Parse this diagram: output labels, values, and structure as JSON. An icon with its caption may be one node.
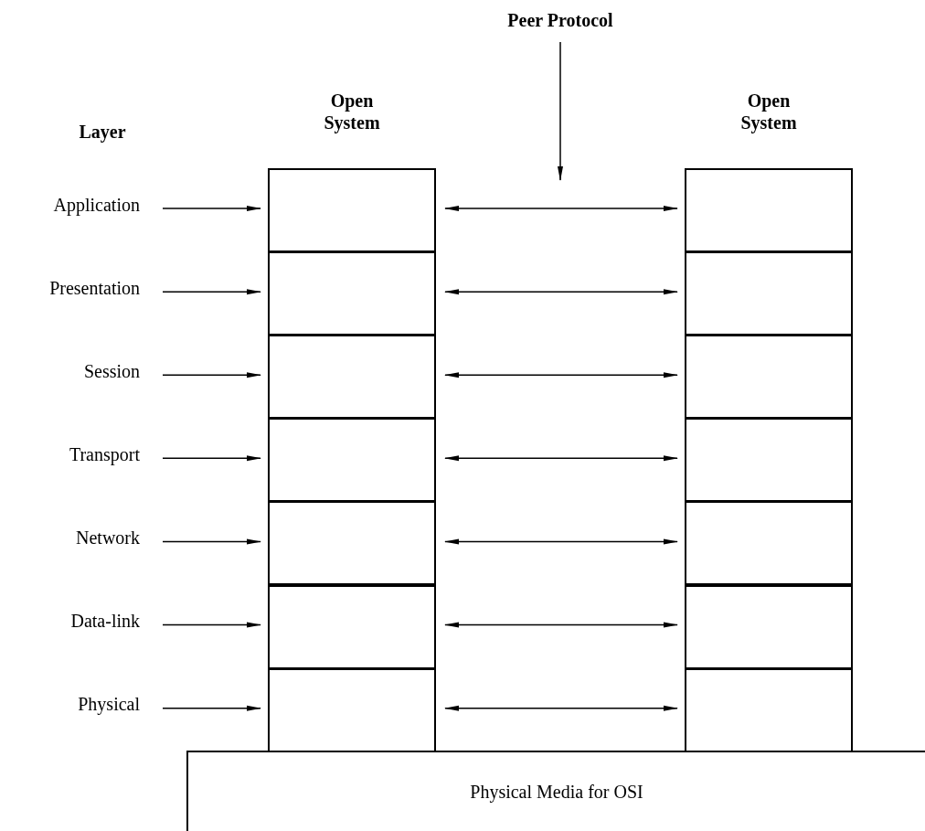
{
  "diagram": {
    "nodes": [
      {
        "text": [
          "Peer Protocol"
        ]
      },
      {
        "text": [
          "Application"
        ]
      },
      {
        "text": [
          "Presentation"
        ]
      },
      {
        "text": [
          "Session"
        ]
      },
      {
        "text": [
          "Transport"
        ]
      },
      {
        "text": [
          "Network"
        ]
      },
      {
        "text": [
          "Data-link"
        ]
      },
      {
        "text": [
          "Physical"
        ]
      },
      {
        "text": [],
        "shape": "box"
      },
      {
        "text": [],
        "shape": "box"
      },
      {
        "text": [],
        "shape": "box"
      },
      {
        "text": [],
        "shape": "box"
      },
      {
        "text": [],
        "shape": "box"
      },
      {
        "text": [],
        "shape": "box"
      },
      {
        "text": [],
        "shape": "box"
      },
      {
        "text": [],
        "shape": "box"
      },
      {
        "text": [],
        "shape": "box"
      },
      {
        "text": [],
        "shape": "box"
      },
      {
        "text": [],
        "shape": "box"
      },
      {
        "text": [],
        "shape": "box"
      },
      {
        "text": [],
        "shape": "box"
      },
      {
        "text": [],
        "shape": "box"
      },
      {
        "text": [
          "Physical Media for OSI"
        ]
      }
    ],
    "edges": [
      {
        "from": 0,
        "to": null,
        "arrow": "to"
      },
      {
        "from": 1,
        "to": 8,
        "arrow": "to"
      },
      {
        "from": 2,
        "to": 9,
        "arrow": "to"
      },
      {
        "from": 3,
        "to": 10,
        "arrow": "to"
      },
      {
        "from": 4,
        "to": 11,
        "arrow": "to"
      },
      {
        "from": 5,
        "to": 12,
        "arrow": "to"
      },
      {
        "from": 6,
        "to": 13,
        "arrow": "to"
      },
      {
        "from": 7,
        "to": 14,
        "arrow": "to"
      },
      {
        "from": 8,
        "to": 15,
        "arrow": "both"
      },
      {
        "from": 9,
        "to": 16,
        "arrow": "both"
      },
      {
        "from": 10,
        "to": 17,
        "arrow": "both"
      },
      {
        "from": 11,
        "to": 18,
        "arrow": "both"
      },
      {
        "from": 12,
        "to": 19,
        "arrow": "both"
      },
      {
        "from": 13,
        "to": 20,
        "arrow": "both"
      },
      {
        "from": 14,
        "to": 21,
        "arrow": "both"
      }
    ],
    "labels": [
      "Layer",
      "Open System",
      "Open System"
    ]
  }
}
